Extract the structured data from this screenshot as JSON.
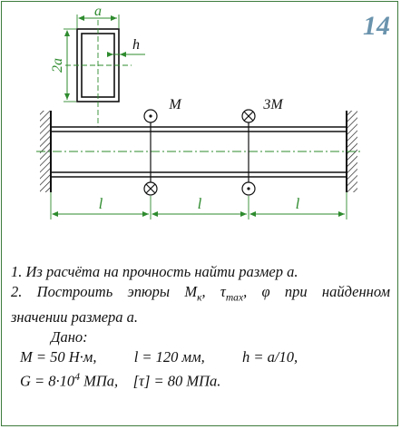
{
  "problem_number": "14",
  "diagram": {
    "section_width_label": "a",
    "section_height_label": "2a",
    "wall_thickness_label": "h",
    "moment_left_label": "M",
    "moment_right_label": "3M",
    "segment_labels": [
      "l",
      "l",
      "l"
    ]
  },
  "tasks": {
    "task1": "1.  Из расчёта на прочность найти размер a.",
    "task2_part1": "2. Построить эпюры M",
    "task2_sub_k": "к",
    "task2_sep": ", τ",
    "task2_sub_max": "max",
    "task2_part2": ", φ при найденном",
    "task2_line2": "значении размера a."
  },
  "given": {
    "title": "Дано:",
    "M": "M = 50 Н·м,",
    "l": "l = 120 мм,",
    "h": "h = a/10,",
    "G_prefix": "G = 8·10",
    "G_exp": "4",
    "G_suffix": " МПа,",
    "tau": "[τ] = 80 МПа."
  },
  "colors": {
    "frame": "#3c7a3c",
    "dimension": "#2e8b2e",
    "problem_number": "#6a93ad",
    "beam": "#111111"
  }
}
